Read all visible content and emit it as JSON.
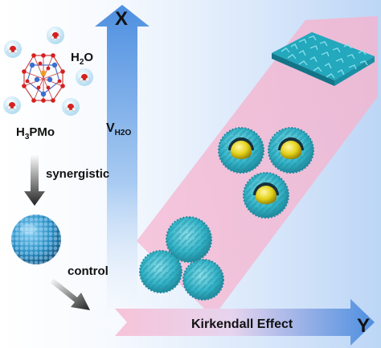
{
  "labels": {
    "water": "H",
    "water_sub": "2",
    "water_tail": "O",
    "cluster_pre": "H",
    "cluster_sub": "3",
    "cluster_tail": "PMo",
    "synergistic": "synergistic",
    "control": "control",
    "axis_x": "X",
    "axis_y": "Y",
    "v_main": "V",
    "v_sub": "H2O",
    "kirkendall": "Kirkendall Effect"
  },
  "colors": {
    "axis_blue": "#6aa3e8",
    "axis_pink": "#f4c2d6",
    "sphere_blue": "#2a8ec4",
    "flower_cyan": "#34b4c8",
    "core_yellow": "#e4d21a",
    "shell_dark": "#16303c",
    "water_bubble": "#bfe4f4",
    "oxygen_red": "#d62020",
    "mo_blue": "#3a6fd0"
  },
  "icons": {
    "cluster": "polyoxometalate-cluster-icon",
    "water": "water-molecule-icon",
    "sphere": "nanosphere-icon",
    "flower": "nanoflower-icon",
    "yolk_shell": "yolk-shell-icon",
    "sheet": "nanosheet-icon",
    "arrow": "down-arrow-icon"
  }
}
